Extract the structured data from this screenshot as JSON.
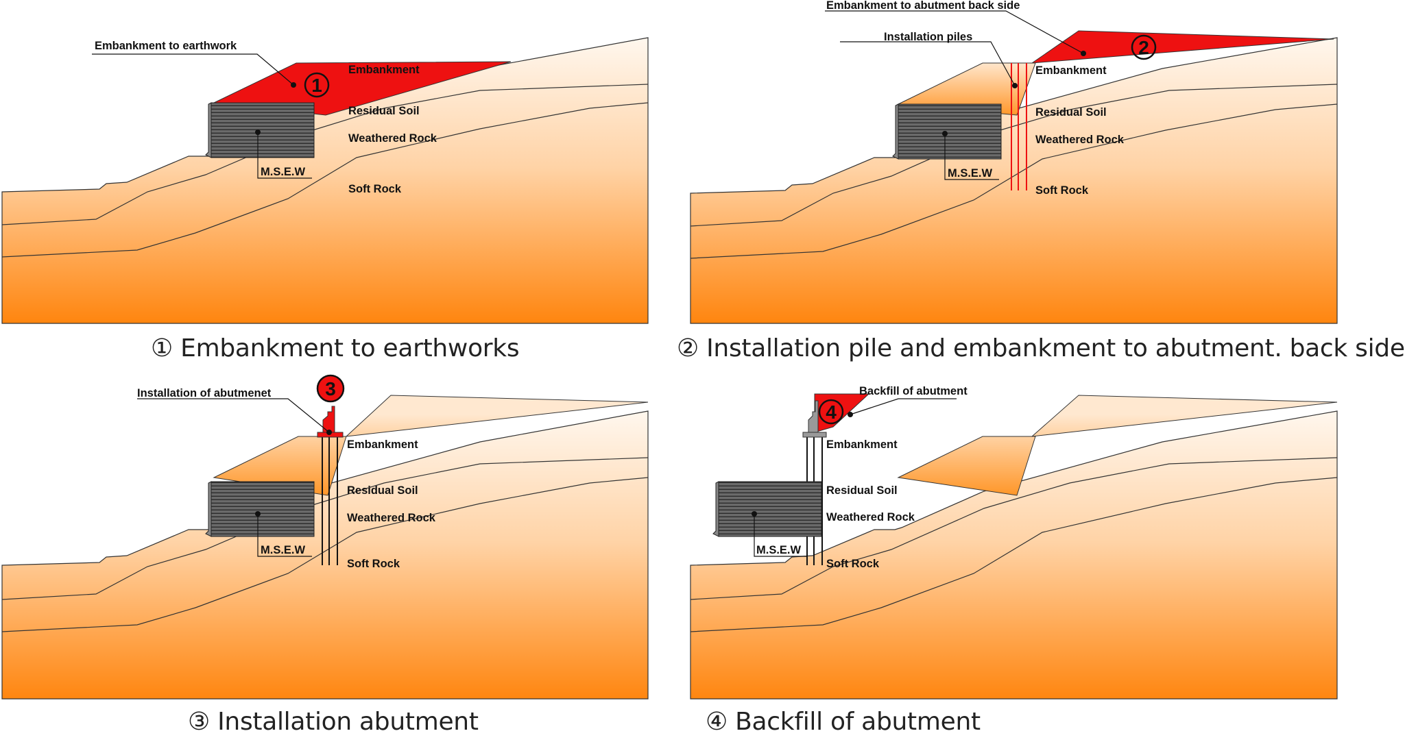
{
  "colors": {
    "ground_top": "#fff3e6",
    "ground_bottom": "#ff8a10",
    "red": "#ee1111",
    "wall": "#5a5a5a",
    "line": "#2a2a2a"
  },
  "layers": {
    "embankment": "Embankment",
    "residual_soil": "Residual Soil",
    "weathered_rock": "Weathered Rock",
    "soft_rock": "Soft Rock",
    "msew": "M.S.E.W"
  },
  "panels": [
    {
      "step": "1",
      "callout": "Embankment to earthwork",
      "caption": "① Embankment to earthworks"
    },
    {
      "step": "2",
      "callout": "Embankment to abutment back side",
      "callout2": "Installation piles",
      "caption": "② Installation pile and embankment to abutment. back side"
    },
    {
      "step": "3",
      "callout": "Installation of abutmenet",
      "caption": "③ Installation abutment"
    },
    {
      "step": "4",
      "callout": "Backfill of abutment",
      "caption": "④ Backfill of abutment"
    }
  ]
}
